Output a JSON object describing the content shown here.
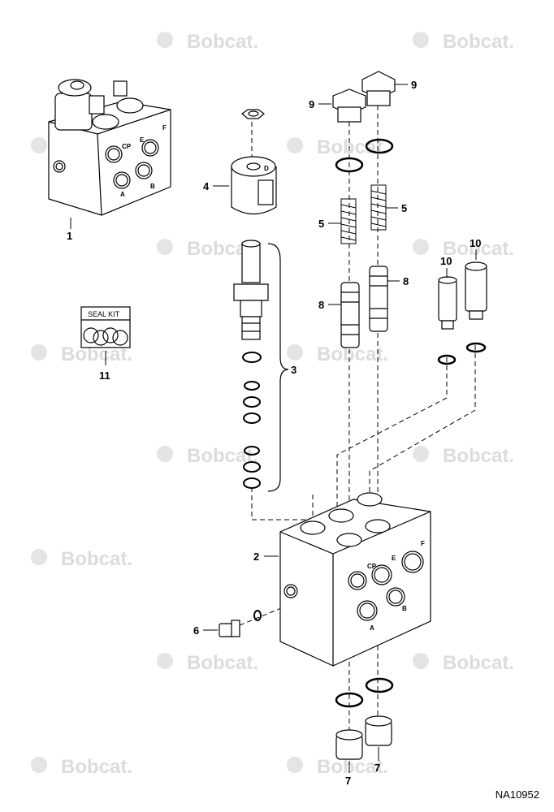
{
  "watermark": {
    "brand": "Bobcat."
  },
  "callouts": {
    "c1": "1",
    "c2": "2",
    "c3": "3",
    "c4": "4",
    "c5a": "5",
    "c5b": "5",
    "c6": "6",
    "c7a": "7",
    "c7b": "7",
    "c8a": "8",
    "c8b": "8",
    "c9a": "9",
    "c9b": "9",
    "c10a": "10",
    "c10b": "10",
    "c11": "11"
  },
  "seal_kit_label": "SEAL KIT",
  "port_labels": {
    "cp": "CP",
    "e": "E",
    "f": "F",
    "a": "A",
    "b": "B"
  },
  "document_id": "NA10952",
  "colors": {
    "line": "#000000",
    "watermark": "#dcdcdc",
    "background": "#ffffff"
  }
}
